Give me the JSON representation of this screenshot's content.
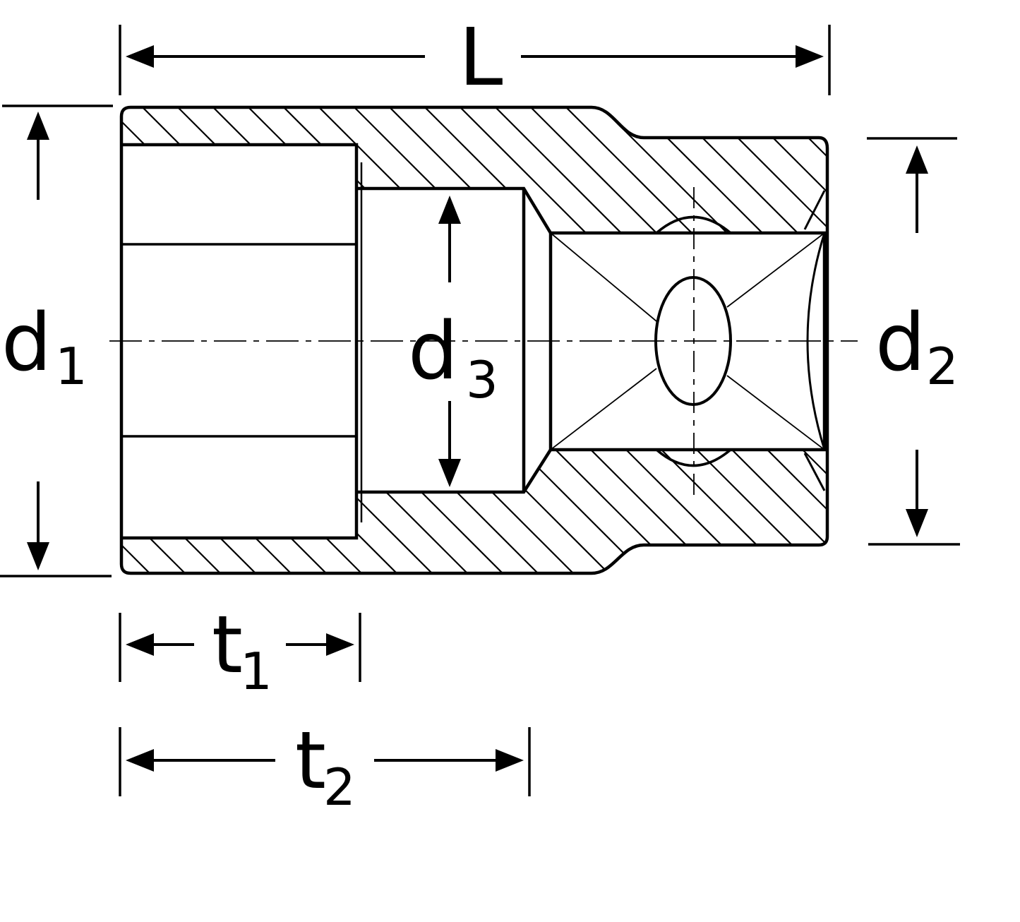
{
  "colors": {
    "ink": "#000000",
    "background": "#ffffff"
  },
  "labels": {
    "L": {
      "main": "L"
    },
    "d1": {
      "main": "d",
      "sub": "1"
    },
    "d2": {
      "main": "d",
      "sub": "2"
    },
    "d3": {
      "main": "d",
      "sub": "3"
    },
    "t1": {
      "main": "t",
      "sub": "1"
    },
    "t2": {
      "main": "t",
      "sub": "2"
    }
  }
}
